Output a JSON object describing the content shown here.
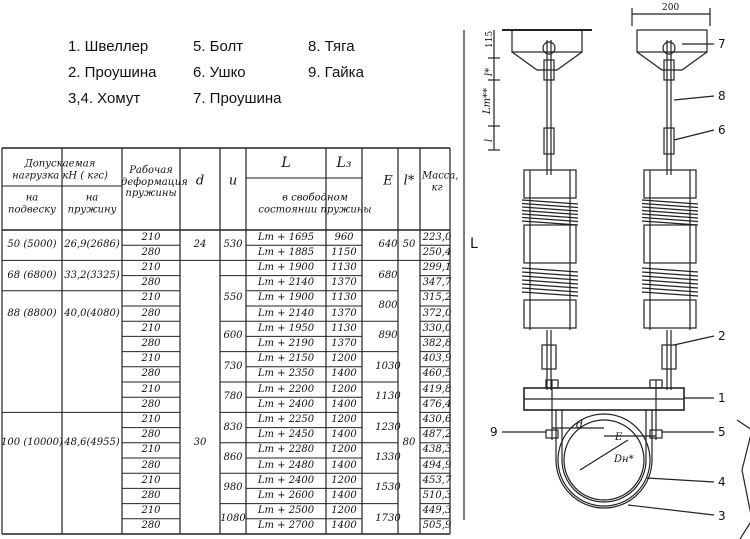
{
  "legend": [
    "1. Швеллер",
    "2. Проушина",
    "3,4. Хомут",
    "5. Болт",
    "6. Ушко",
    "7. Проушина",
    "8. Тяга",
    "9. Гайка"
  ],
  "table": {
    "headers": {
      "load": "Допускаемая нагрузка кН ( кгс)",
      "per_hanger": "на подвеску",
      "per_spring": "на пружину",
      "deformation": "Рабочая деформация пружины",
      "d": "d",
      "u": "и",
      "L": "L",
      "L3": "L₃",
      "free_state": "в свободном состоянии пружины",
      "E": "E",
      "l_star": "l*",
      "mass": "Масса, кг"
    },
    "rows": [
      {
        "hanger": "50 (5000)",
        "spring": "26,9(2686)",
        "def": "210",
        "d": "24",
        "u": "530",
        "L": "Lт + 1695",
        "L3": "960",
        "E": "640",
        "l": "50",
        "mass": "223,0"
      },
      {
        "hanger": "",
        "spring": "",
        "def": "280",
        "d": "",
        "u": "",
        "L": "Lт + 1885",
        "L3": "1150",
        "E": "",
        "l": "",
        "mass": "250,4"
      },
      {
        "hanger": "68 (6800)",
        "spring": "33,2(3325)",
        "def": "210",
        "d": "",
        "u": "",
        "L": "Lт + 1900",
        "L3": "1130",
        "E": "680",
        "l": "",
        "mass": "299,1"
      },
      {
        "hanger": "",
        "spring": "",
        "def": "280",
        "d": "",
        "u": "550",
        "L": "Lт + 2140",
        "L3": "1370",
        "E": "",
        "l": "",
        "mass": "347,7"
      },
      {
        "hanger": "88 (8800)",
        "spring": "40,0(4080)",
        "def": "210",
        "d": "",
        "u": "",
        "L": "Lт + 1900",
        "L3": "1130",
        "E": "800",
        "l": "",
        "mass": "315,2"
      },
      {
        "hanger": "",
        "spring": "",
        "def": "280",
        "d": "",
        "u": "",
        "L": "Lт + 2140",
        "L3": "1370",
        "E": "",
        "l": "",
        "mass": "372,0"
      },
      {
        "hanger": "",
        "spring": "",
        "def": "210",
        "d": "",
        "u": "600",
        "L": "Lт + 1950",
        "L3": "1130",
        "E": "890",
        "l": "",
        "mass": "330,0"
      },
      {
        "hanger": "",
        "spring": "",
        "def": "280",
        "d": "",
        "u": "",
        "L": "Lт + 2190",
        "L3": "1370",
        "E": "",
        "l": "",
        "mass": "382,8"
      },
      {
        "hanger": "",
        "spring": "",
        "def": "210",
        "d": "30",
        "u": "730",
        "L": "Lт + 2150",
        "L3": "1200",
        "E": "1030",
        "l": "80",
        "mass": "403,9"
      },
      {
        "hanger": "",
        "spring": "",
        "def": "280",
        "d": "",
        "u": "",
        "L": "Lт + 2350",
        "L3": "1400",
        "E": "",
        "l": "",
        "mass": "460,5"
      },
      {
        "hanger": "",
        "spring": "",
        "def": "210",
        "d": "",
        "u": "780",
        "L": "Lт + 2200",
        "L3": "1200",
        "E": "1130",
        "l": "",
        "mass": "419,8"
      },
      {
        "hanger": "",
        "spring": "",
        "def": "280",
        "d": "",
        "u": "",
        "L": "Lт + 2400",
        "L3": "1400",
        "E": "",
        "l": "",
        "mass": "476,4"
      },
      {
        "hanger": "100 (10000)",
        "spring": "48,6(4955)",
        "def": "210",
        "d": "",
        "u": "830",
        "L": "Lт + 2250",
        "L3": "1200",
        "E": "1230",
        "l": "",
        "mass": "430,6"
      },
      {
        "hanger": "",
        "spring": "",
        "def": "280",
        "d": "",
        "u": "",
        "L": "Lт + 2450",
        "L3": "1400",
        "E": "",
        "l": "",
        "mass": "487,2"
      },
      {
        "hanger": "",
        "spring": "",
        "def": "210",
        "d": "",
        "u": "860",
        "L": "Lт + 2280",
        "L3": "1200",
        "E": "1330",
        "l": "",
        "mass": "438,3"
      },
      {
        "hanger": "",
        "spring": "",
        "def": "280",
        "d": "",
        "u": "",
        "L": "Lт + 2480",
        "L3": "1400",
        "E": "",
        "l": "",
        "mass": "494,9"
      },
      {
        "hanger": "",
        "spring": "",
        "def": "210",
        "d": "",
        "u": "980",
        "L": "Lт + 2400",
        "L3": "1200",
        "E": "1530",
        "l": "",
        "mass": "453,7"
      },
      {
        "hanger": "",
        "spring": "",
        "def": "280",
        "d": "",
        "u": "",
        "L": "Lт + 2600",
        "L3": "1400",
        "E": "",
        "l": "",
        "mass": "510,3"
      },
      {
        "hanger": "",
        "spring": "",
        "def": "210",
        "d": "",
        "u": "1080",
        "L": "Lт + 2500",
        "L3": "1200",
        "E": "1730",
        "l": "",
        "mass": "449,3"
      },
      {
        "hanger": "",
        "spring": "",
        "def": "280",
        "d": "",
        "u": "",
        "L": "Lт + 2700",
        "L3": "1400",
        "E": "",
        "l": "",
        "mass": "505,9"
      }
    ]
  },
  "drawing": {
    "dim_top": "200",
    "dim_115": "115",
    "dim_l_star": "l*",
    "dim_lt": "Lт**",
    "dim_l": "l",
    "dim_L": "L",
    "dim_E": "E",
    "dim_d": "d",
    "dim_dn": "Dн*",
    "callouts": [
      "7",
      "8",
      "6",
      "2",
      "1",
      "5",
      "4",
      "3",
      "9"
    ]
  }
}
